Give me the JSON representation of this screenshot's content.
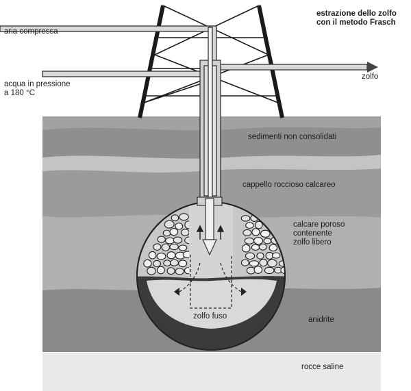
{
  "title": [
    "estrazione dello zolfo",
    "con il metodo Frasch"
  ],
  "labels": {
    "compressed_air": "aria compressa",
    "pressurized_water": [
      "acqua in pressione",
      "a 180 °C"
    ],
    "sulfur_out": "zolfo",
    "unconsolidated_sediments": "sedimenti non consolidati",
    "limestone_caprock": "cappello roccioso calcareo",
    "porous_limestone": [
      "calcare poroso",
      "contenente",
      "zolfo libero"
    ],
    "molten_sulfur": "zolfo fuso",
    "anhydrite": "anidrite",
    "salt_rocks": "rocce saline"
  }
}
